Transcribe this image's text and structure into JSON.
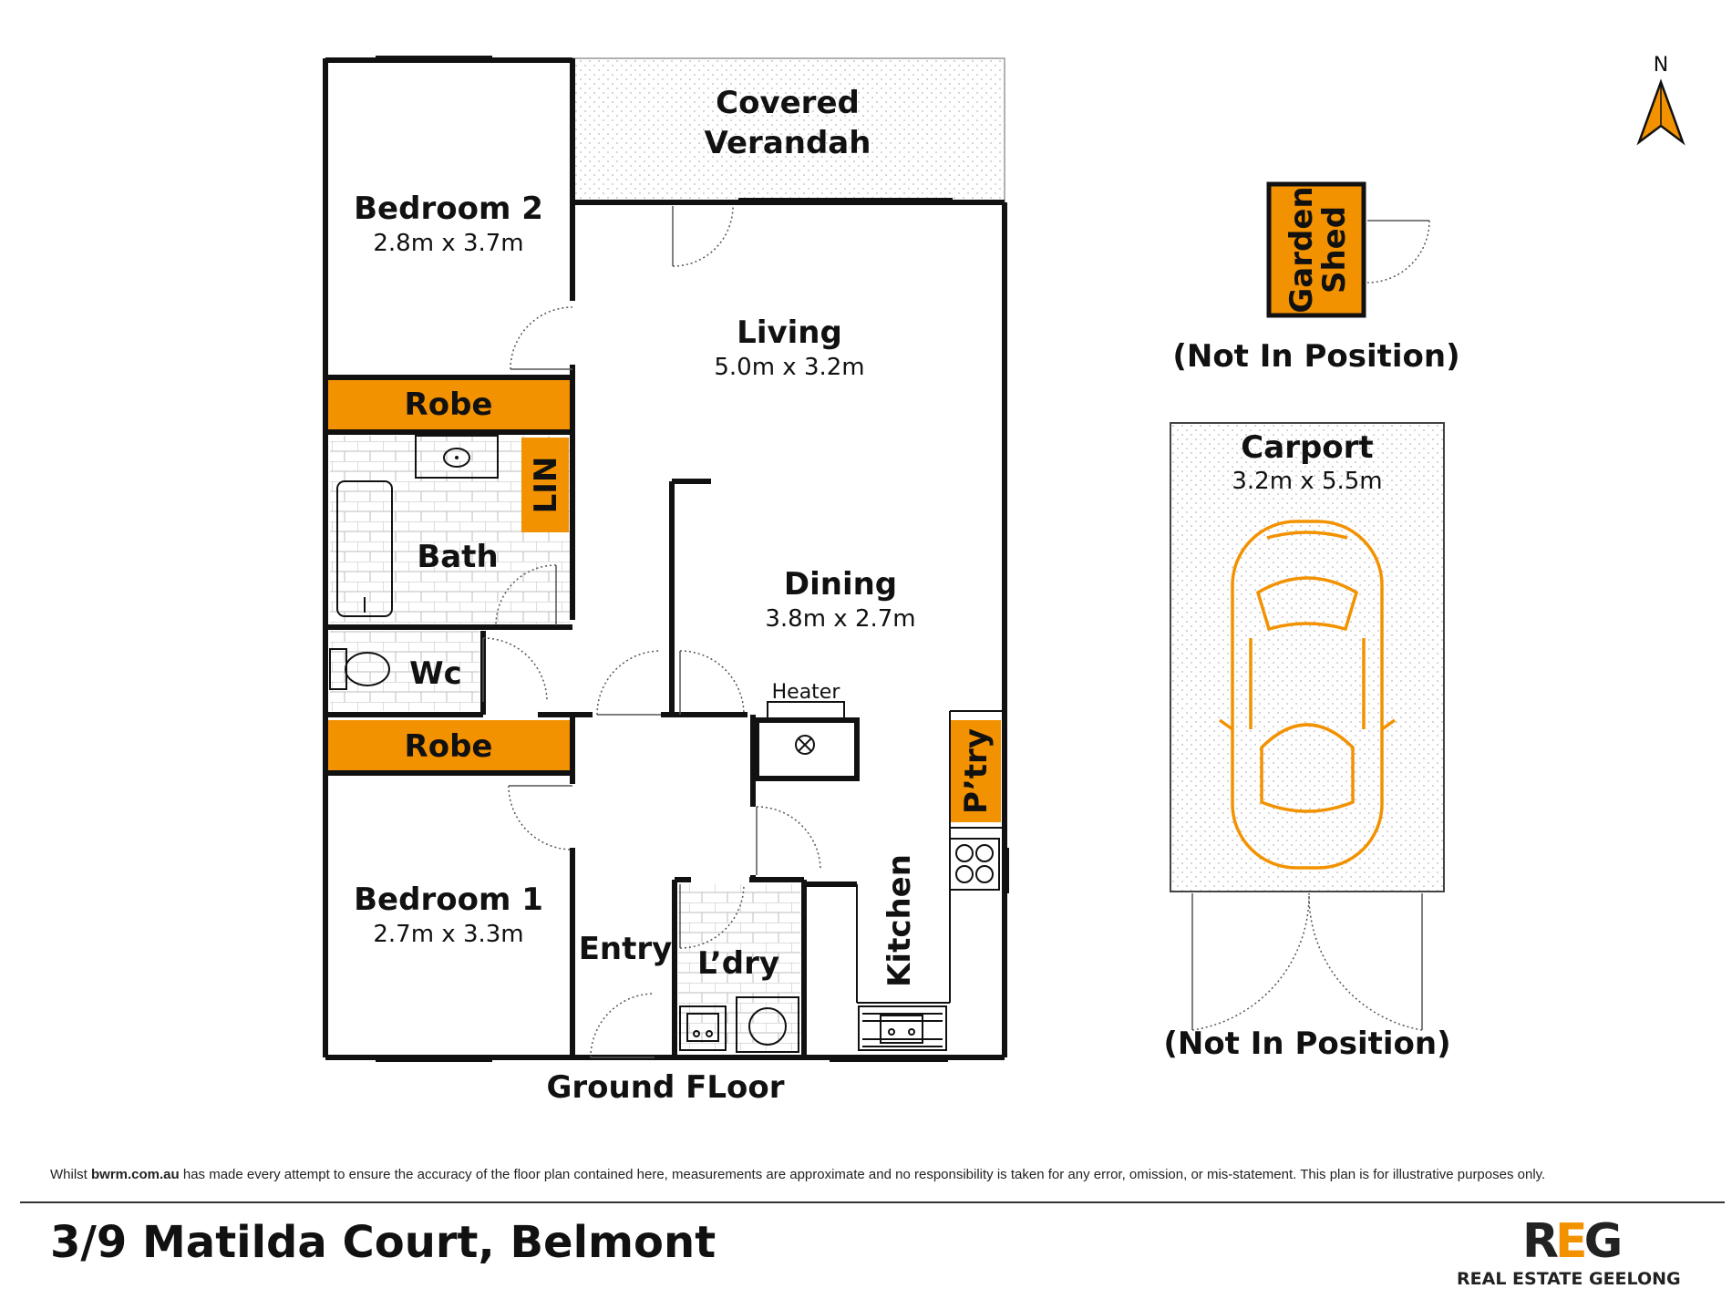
{
  "rooms": {
    "bedroom2": {
      "name": "Bedroom 2",
      "dims": "2.8m x 3.7m"
    },
    "verandah": {
      "name_line1": "Covered",
      "name_line2": "Verandah"
    },
    "living": {
      "name": "Living",
      "dims": "5.0m x 3.2m"
    },
    "robe_top": {
      "name": "Robe"
    },
    "lin": {
      "name": "LIN"
    },
    "bath": {
      "name": "Bath"
    },
    "dining": {
      "name": "Dining",
      "dims": "3.8m x 2.7m"
    },
    "wc": {
      "name": "Wc"
    },
    "heater": {
      "name": "Heater"
    },
    "robe_bottom": {
      "name": "Robe"
    },
    "pantry": {
      "name": "P’try"
    },
    "bedroom1": {
      "name": "Bedroom 1",
      "dims": "2.7m x 3.3m"
    },
    "entry": {
      "name": "Entry"
    },
    "laundry": {
      "name": "L’dry"
    },
    "kitchen": {
      "name": "Kitchen"
    },
    "garden_shed": {
      "name_line1": "Garden",
      "name_line2": "Shed"
    },
    "carport": {
      "name": "Carport",
      "dims": "3.2m x 5.5m"
    }
  },
  "notes": {
    "shed_position": "(Not In Position)",
    "carport_position": "(Not In Position)",
    "floor_label": "Ground FLoor",
    "north": "N"
  },
  "footer": {
    "disclaimer_prefix": "Whilst ",
    "disclaimer_site": "bwrm.com.au",
    "disclaimer_rest": " has made every attempt to ensure the accuracy of the floor plan contained here, measurements are approximate and no responsibility is taken for any error, omission, or mis-statement. This plan is for illustrative purposes only.",
    "address": "3/9 Matilda Court, Belmont",
    "logo_mark_r": "R",
    "logo_mark_e": "E",
    "logo_mark_g": "G",
    "logo_text": "REAL ESTATE GEELONG"
  },
  "colors": {
    "accent": "#f39200",
    "wall": "#111111",
    "hatch": "#cccccc"
  },
  "icons": [
    "north-arrow-icon",
    "car-icon",
    "bathtub-icon",
    "toilet-icon",
    "basin-icon",
    "cooktop-icon",
    "sink-icon",
    "washing-machine-icon",
    "trough-icon",
    "heater-icon"
  ]
}
